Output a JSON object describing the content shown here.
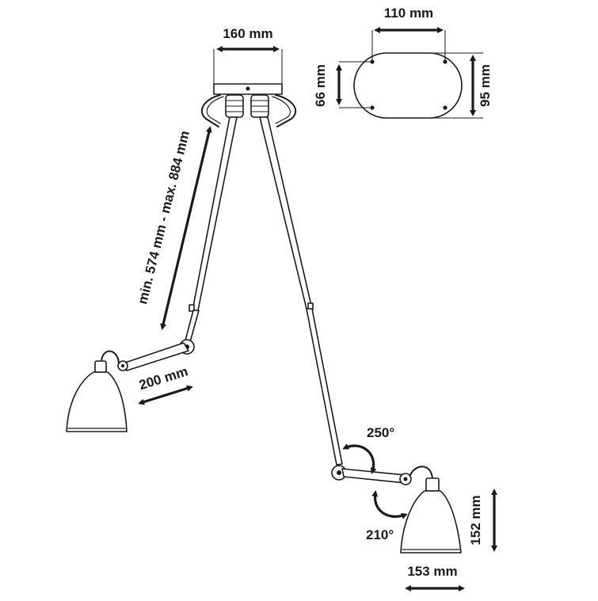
{
  "dimensions": {
    "canopy_width": "160 mm",
    "plate_hole_spacing": "110 mm",
    "plate_hole_height": "66 mm",
    "plate_height": "95 mm",
    "extension_range": "min. 574 mm - max. 884 mm",
    "arm_length": "200 mm",
    "rotation_upper": "250°",
    "rotation_lower": "210°",
    "shade_height": "152 mm",
    "shade_diameter": "153 mm"
  },
  "colors": {
    "line": "#1a1a1a",
    "background": "#ffffff"
  }
}
